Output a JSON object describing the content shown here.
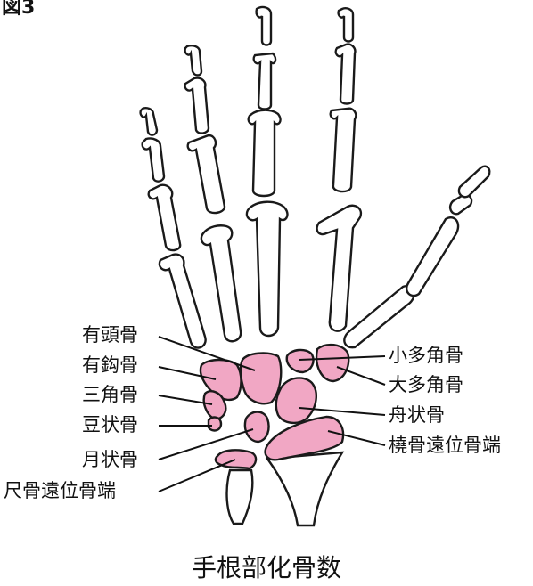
{
  "figure": {
    "corner_label": "図3",
    "caption": "手根部化骨数",
    "colors": {
      "carpal_fill": "#f1a7c4",
      "outline": "#1a1a1a",
      "bone_fill": "#ffffff"
    }
  },
  "labels": {
    "capitate": "有頭骨",
    "hamate": "有鈎骨",
    "triquetrum": "三角骨",
    "pisiform": "豆状骨",
    "lunate": "月状骨",
    "distal_ulna": "尺骨遠位骨端",
    "trapezoid": "小多角骨",
    "trapezium": "大多角骨",
    "scaphoid": "舟状骨",
    "distal_radius": "橈骨遠位骨端"
  }
}
